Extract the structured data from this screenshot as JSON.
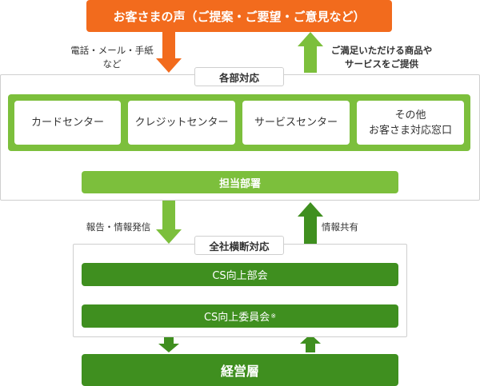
{
  "top_banner": "お客さまの声（ご提案・ご要望・ご意見など）",
  "left_input_label": [
    "電話・メール・手紙",
    "など"
  ],
  "right_output_label": [
    "ご満足いただける商品や",
    "サービスをご提供"
  ],
  "section1": {
    "title": "各部対応",
    "cards": [
      "カードセンター",
      "クレジットセンター",
      "サービスセンター",
      [
        "その他",
        "お客さま対応窓口"
      ]
    ],
    "bar": "担当部署"
  },
  "left_middle_label": "報告・情報発信",
  "right_middle_label": "情報共有",
  "section2": {
    "title": "全社横断対応",
    "bar1": "CS向上部会",
    "bar2": "CS向上委員会",
    "bar2_note": "※"
  },
  "management": "経営層",
  "colors": {
    "orange": "#f26b1d",
    "light_green": "#7cbf3c",
    "dark_green": "#3f8f1f",
    "border": "#cfcfcf"
  }
}
